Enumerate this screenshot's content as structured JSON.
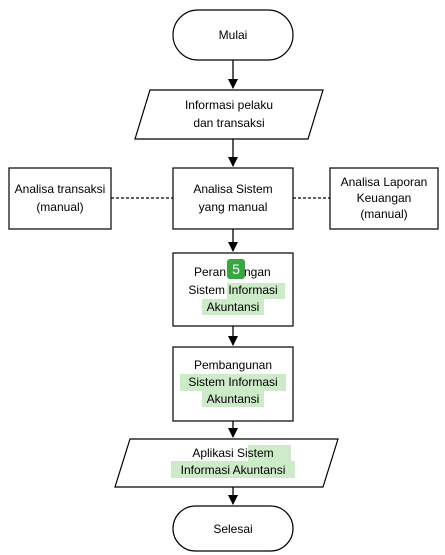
{
  "nodes": {
    "start": {
      "lines": [
        "Mulai"
      ]
    },
    "input": {
      "lines": [
        "Informasi pelaku",
        "dan transaksi"
      ]
    },
    "analysis": {
      "lines": [
        "Analisa Sistem",
        "yang manual"
      ]
    },
    "left_analysis": {
      "lines": [
        "Analisa transaksi",
        "(manual)"
      ]
    },
    "right_analysis": {
      "lines": [
        "Analisa Laporan",
        "Keuangan",
        "(manual)"
      ]
    },
    "design": {
      "line1_prefix": "Peran",
      "line1_suffix": "ngan",
      "line2_plain": "Sistem ",
      "line2_highlight": "Informasi",
      "line3_highlight": "Akuntansi"
    },
    "build": {
      "line1": "Pembangunan",
      "line2_highlight": "Sistem Informasi",
      "line3_highlight": "Akuntansi"
    },
    "app": {
      "line1_plain": "Aplikasi ",
      "line1_highlight": "Sistem",
      "line2_highlight": "Informasi Akuntansi"
    },
    "end": {
      "lines": [
        "Selesai"
      ]
    }
  },
  "badge": {
    "label": "5"
  },
  "colors": {
    "highlight": "#cdebc8",
    "badge": "#3aa641",
    "badge_text": "#ffffff",
    "stroke": "#000000"
  }
}
